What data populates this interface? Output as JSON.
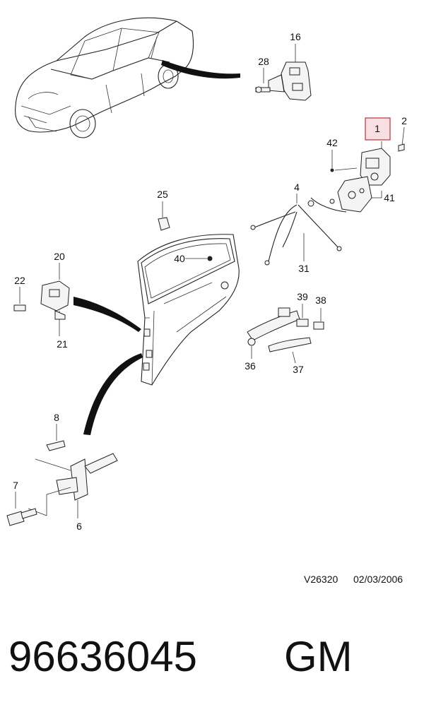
{
  "callouts": {
    "c1": "1",
    "c2": "2",
    "c4": "4",
    "c6": "6",
    "c7": "7",
    "c8": "8",
    "c16": "16",
    "c20": "20",
    "c21": "21",
    "c22": "22",
    "c25": "25",
    "c28": "28",
    "c31": "31",
    "c36": "36",
    "c37": "37",
    "c38": "38",
    "c39": "39",
    "c40": "40",
    "c41": "41",
    "c42": "42"
  },
  "highlight": {
    "callout": "1",
    "fill": "#f8dfe2",
    "border": "#c0303a"
  },
  "reference": {
    "code": "V26320",
    "date": "02/03/2006"
  },
  "part_number": "96636045",
  "brand": "GM"
}
